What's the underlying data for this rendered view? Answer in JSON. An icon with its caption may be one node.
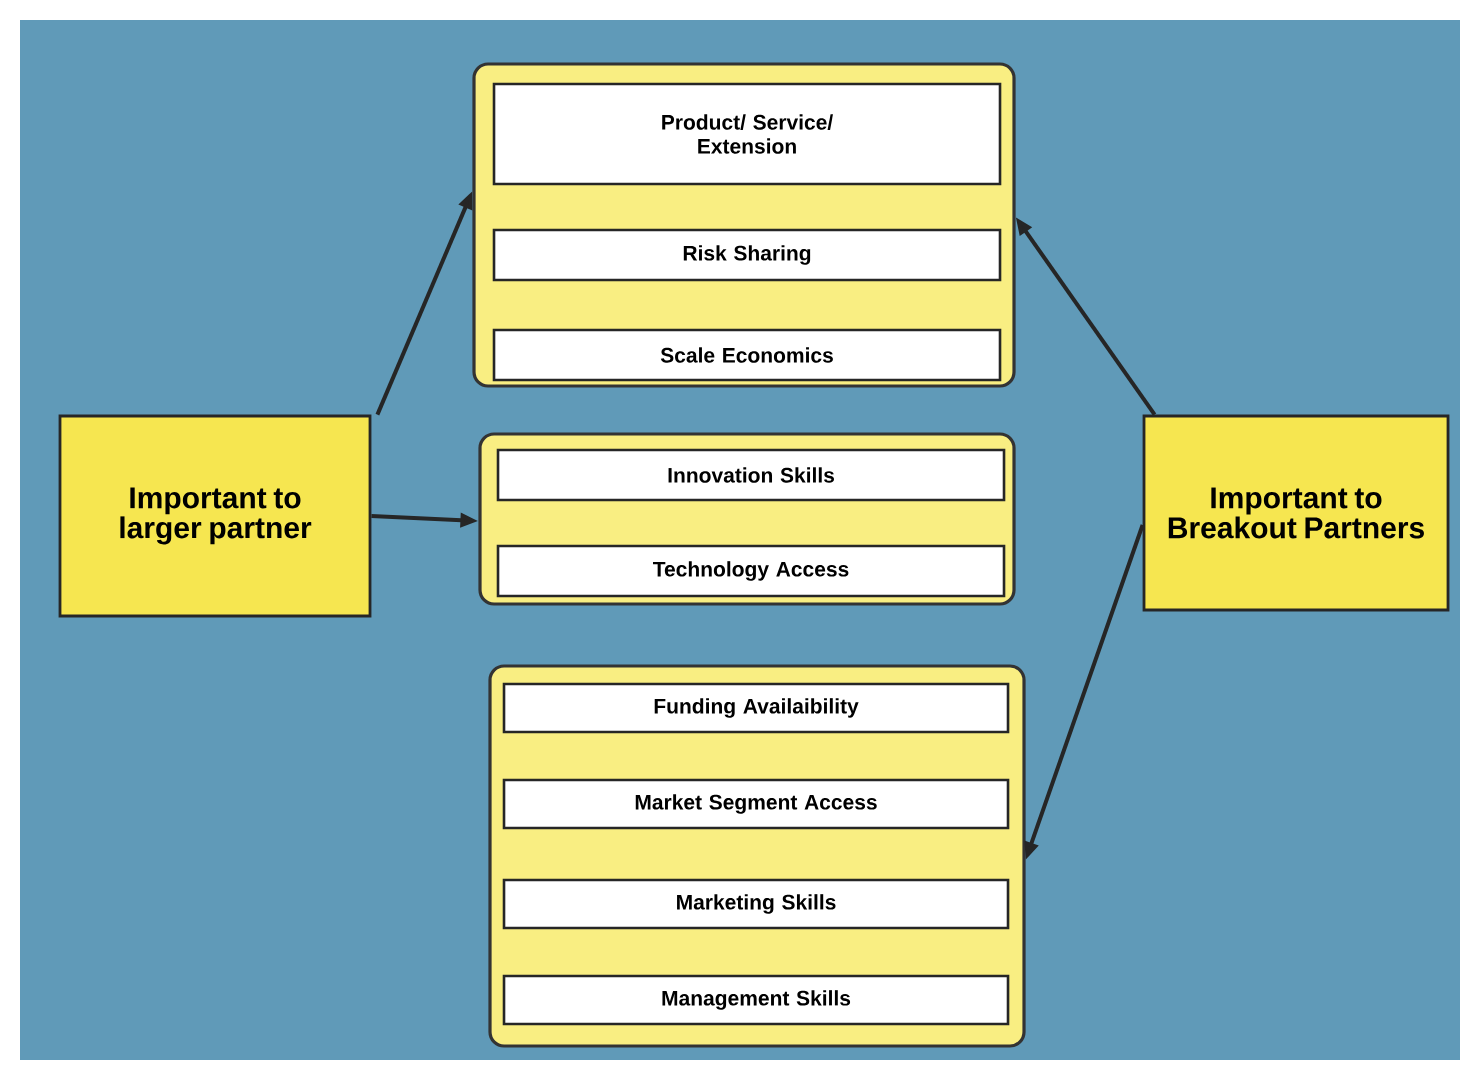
{
  "diagram": {
    "nodes": [
      {
        "text": [],
        "shape": "box"
      },
      {
        "text": [
          "Product/ Service/ Extension"
        ],
        "in": 0
      },
      {
        "text": [
          "Risk Sharing"
        ],
        "in": 0
      },
      {
        "text": [
          "Scale Economics"
        ],
        "in": 0
      },
      {
        "text": [],
        "shape": "box"
      },
      {
        "text": [
          "Innovation Skills"
        ],
        "in": 4
      },
      {
        "text": [
          "Technology Access"
        ],
        "in": 4
      },
      {
        "text": [],
        "shape": "box"
      },
      {
        "text": [
          "Funding Availaibility"
        ],
        "in": 7
      },
      {
        "text": [
          "Market Segment Access"
        ],
        "in": 7
      },
      {
        "text": [
          "Marketing Skills"
        ],
        "in": 7
      },
      {
        "text": [
          "Management Skills"
        ],
        "in": 7
      },
      {
        "text": [
          "Important to larger partner"
        ]
      },
      {
        "text": [
          "Important to Breakout Partners"
        ]
      }
    ],
    "edges": [
      {
        "from": 12,
        "to": 0,
        "arrow": "to"
      },
      {
        "from": 12,
        "to": 4,
        "arrow": "to"
      },
      {
        "from": 13,
        "to": 0,
        "arrow": "to"
      },
      {
        "from": 13,
        "to": 7,
        "arrow": "to"
      }
    ]
  }
}
